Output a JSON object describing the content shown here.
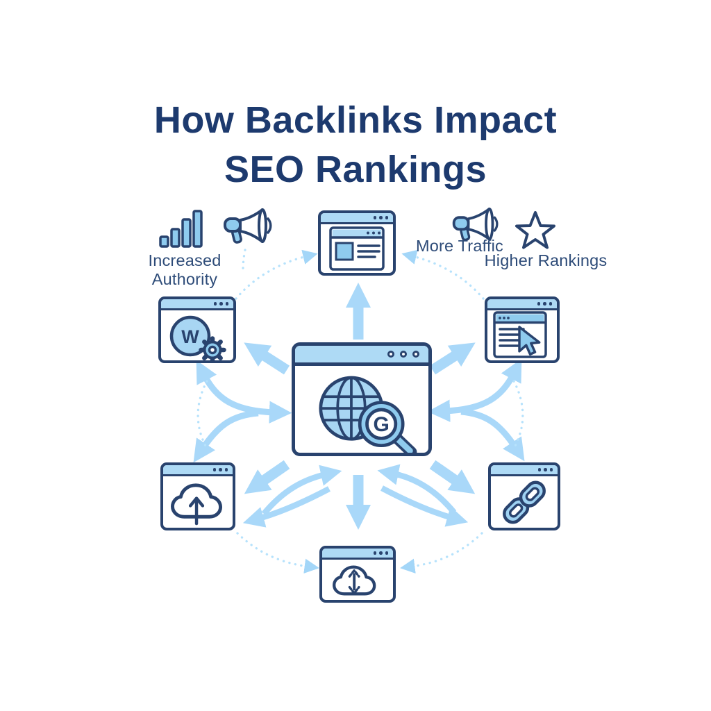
{
  "title": {
    "line1": "How Backlinks Impact",
    "line2": "SEO Rankings"
  },
  "benefits": {
    "increased_authority": {
      "label": "Increased Authority",
      "icons": [
        "bar-chart-icon",
        "megaphone-icon"
      ]
    },
    "more_traffic": {
      "label": "More Traffic",
      "icons": [
        "megaphone-icon"
      ]
    },
    "higher_rankings": {
      "label": "Higher Rankings",
      "icons": [
        "star-icon"
      ]
    }
  },
  "diagram": {
    "center": {
      "name": "search-engine-window",
      "icon": "globe-search-icon",
      "monogram": "G"
    },
    "nodes": {
      "top": {
        "name": "webpage-window",
        "icon": "webpage-thumbnail-icon"
      },
      "left": {
        "name": "wordpress-window",
        "icon": "wordpress-gear-icon",
        "monogram": "W"
      },
      "right": {
        "name": "serp-window",
        "icon": "list-cursor-icon"
      },
      "bottom_left": {
        "name": "upload-window",
        "icon": "cloud-upload-icon"
      },
      "bottom_right": {
        "name": "backlink-window",
        "icon": "chain-link-icon"
      },
      "bottom": {
        "name": "sync-window",
        "icon": "cloud-sync-icon"
      }
    }
  },
  "colors": {
    "background": "#ffffff",
    "navy": "#29436e",
    "title_navy": "#1d3a6e",
    "label_navy": "#2d4b78",
    "header_blue": "#aedaf5",
    "icon_blue": "#8fcbee",
    "icon_blue_light": "#a8d6f3",
    "arrow_blue": "#a9d8f9",
    "dashed_blue": "#b6e2fc"
  }
}
